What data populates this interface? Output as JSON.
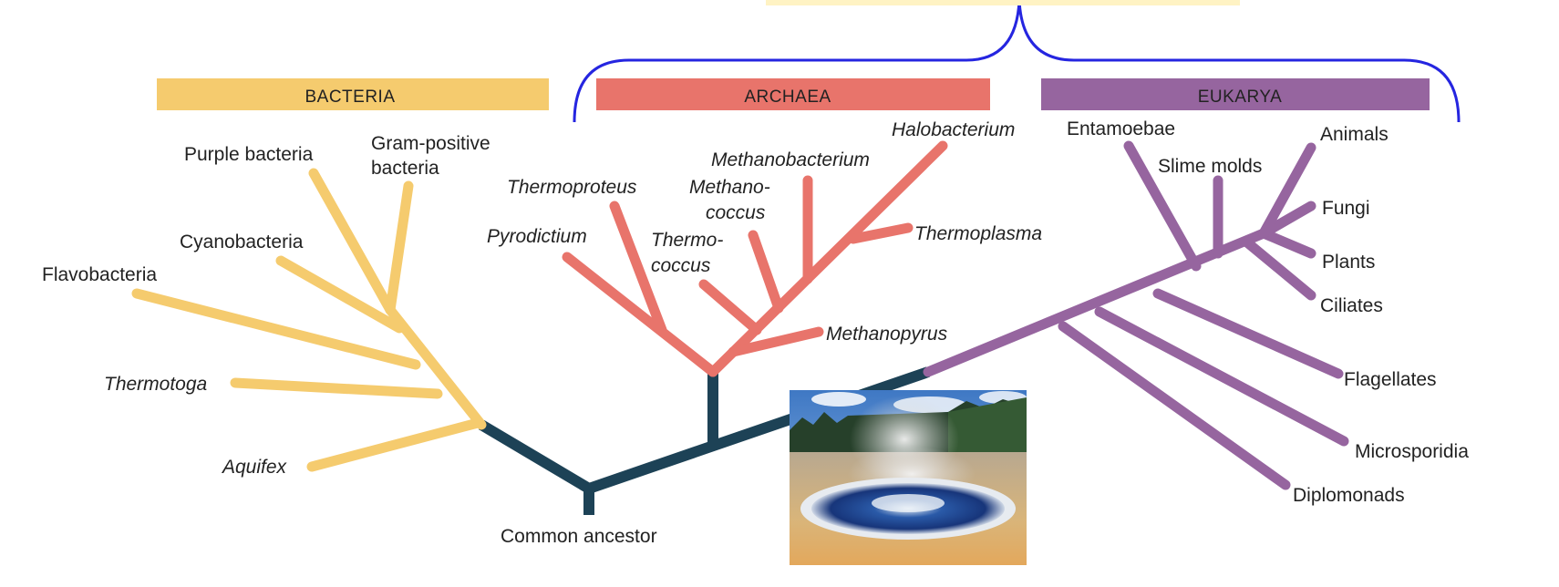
{
  "colors": {
    "bacteria": "#F5CB6E",
    "archaea": "#E8746B",
    "eukarya": "#96659F",
    "trunk": "#1D4256",
    "brace": "#2525E0"
  },
  "domains": {
    "bacteria": "BACTERIA",
    "archaea": "ARCHAEA",
    "eukarya": "EUKARYA"
  },
  "root": {
    "label": "Common ancestor"
  },
  "bacteria": {
    "purple_bacteria": "Purple bacteria",
    "gram_positive_1": "Gram-positive",
    "gram_positive_2": "bacteria",
    "cyanobacteria": "Cyanobacteria",
    "flavobacteria": "Flavobacteria",
    "thermotoga": "Thermotoga",
    "aquifex": "Aquifex"
  },
  "archaea": {
    "halobacterium": "Halobacterium",
    "methanobacterium": "Methanobacterium",
    "thermoproteus": "Thermoproteus",
    "methanococcus_1": "Methano-",
    "methanococcus_2": "coccus",
    "pyrodictium": "Pyrodictium",
    "thermococcus_1": "Thermo-",
    "thermococcus_2": "coccus",
    "thermoplasma": "Thermoplasma",
    "methanopyrus": "Methanopyrus"
  },
  "eukarya": {
    "entamoebae": "Entamoebae",
    "slime_molds": "Slime molds",
    "animals": "Animals",
    "fungi": "Fungi",
    "plants": "Plants",
    "ciliates": "Ciliates",
    "flagellates": "Flagellates",
    "microsporidia": "Microsporidia",
    "diplomonads": "Diplomonads"
  },
  "photo": {
    "icon": "hot-spring-photo"
  }
}
